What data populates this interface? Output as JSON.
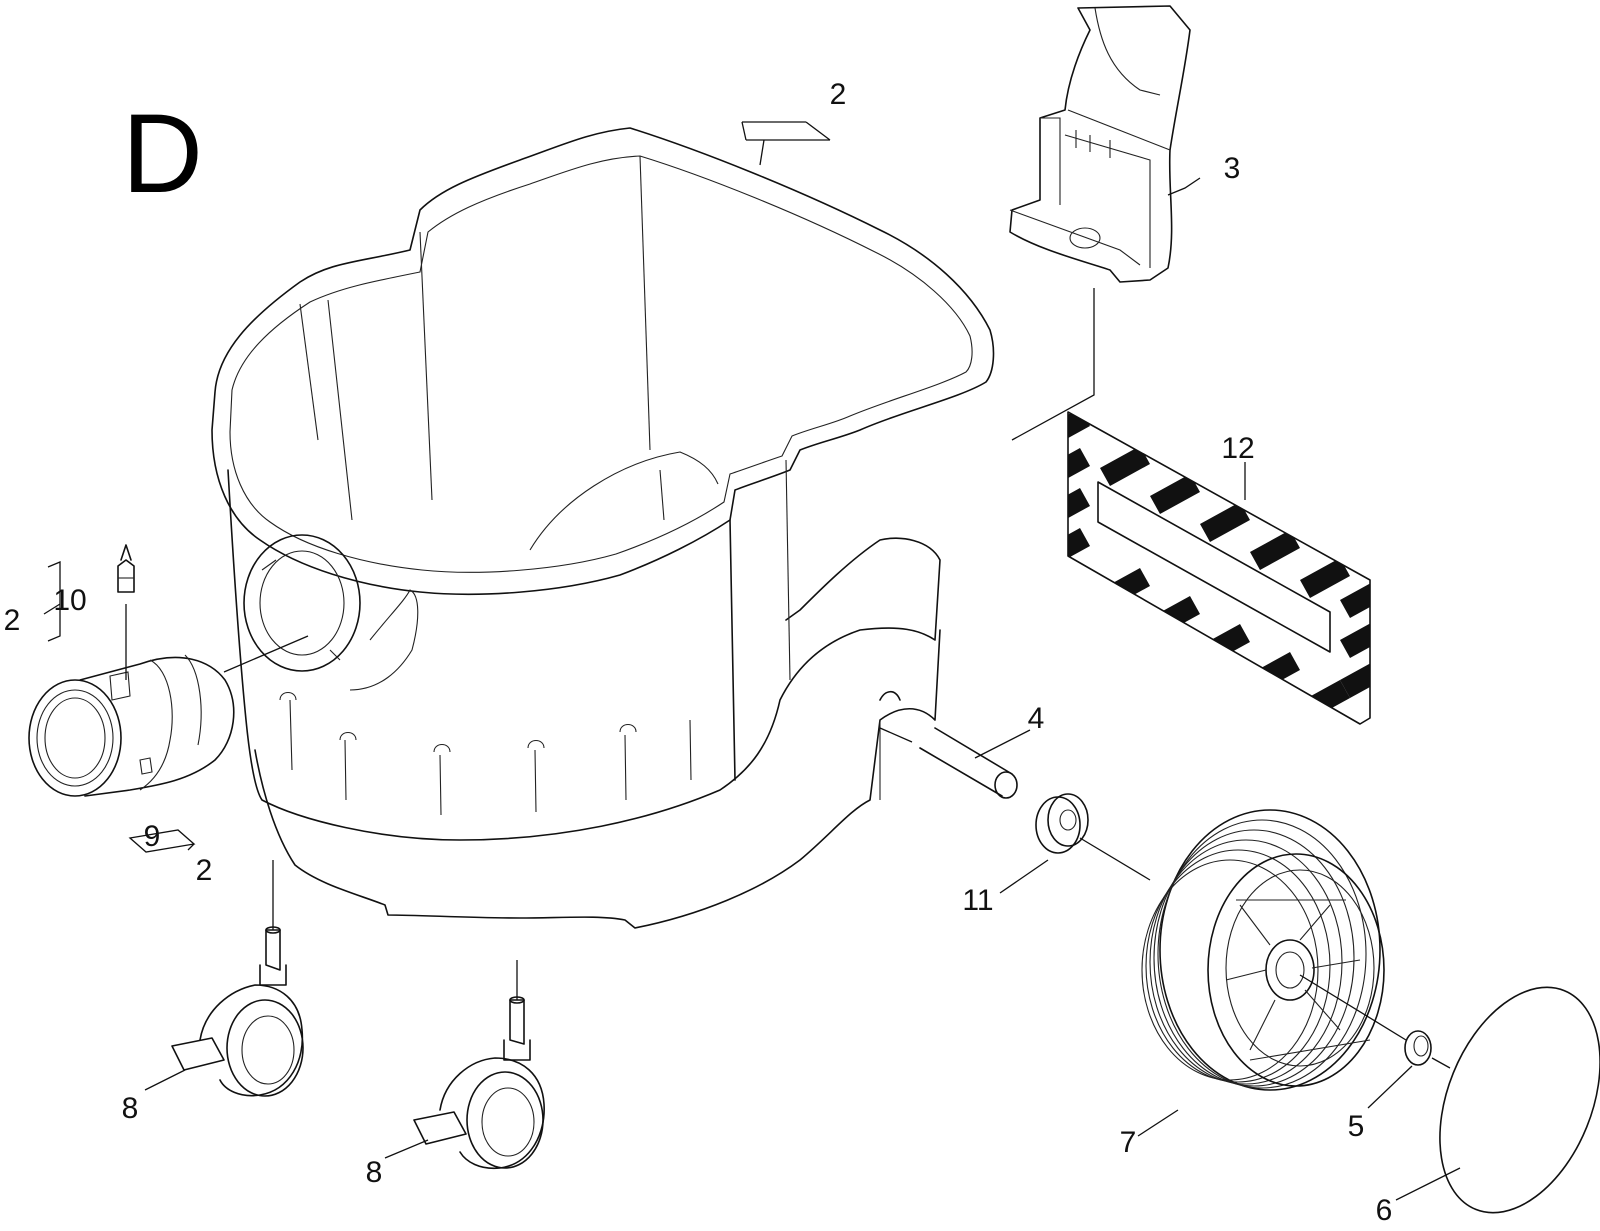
{
  "diagram": {
    "section_letter": "D",
    "callouts": {
      "tank_top_2": "2",
      "bracket_3": "3",
      "sticker_12": "12",
      "axle_4": "4",
      "left_2": "2",
      "valve_10": "10",
      "elbow_9": "9",
      "elbow_2": "2",
      "spacer_11": "11",
      "wheel_7": "7",
      "clip_5": "5",
      "cap_6": "6",
      "caster_8a": "8",
      "caster_8b": "8"
    }
  }
}
